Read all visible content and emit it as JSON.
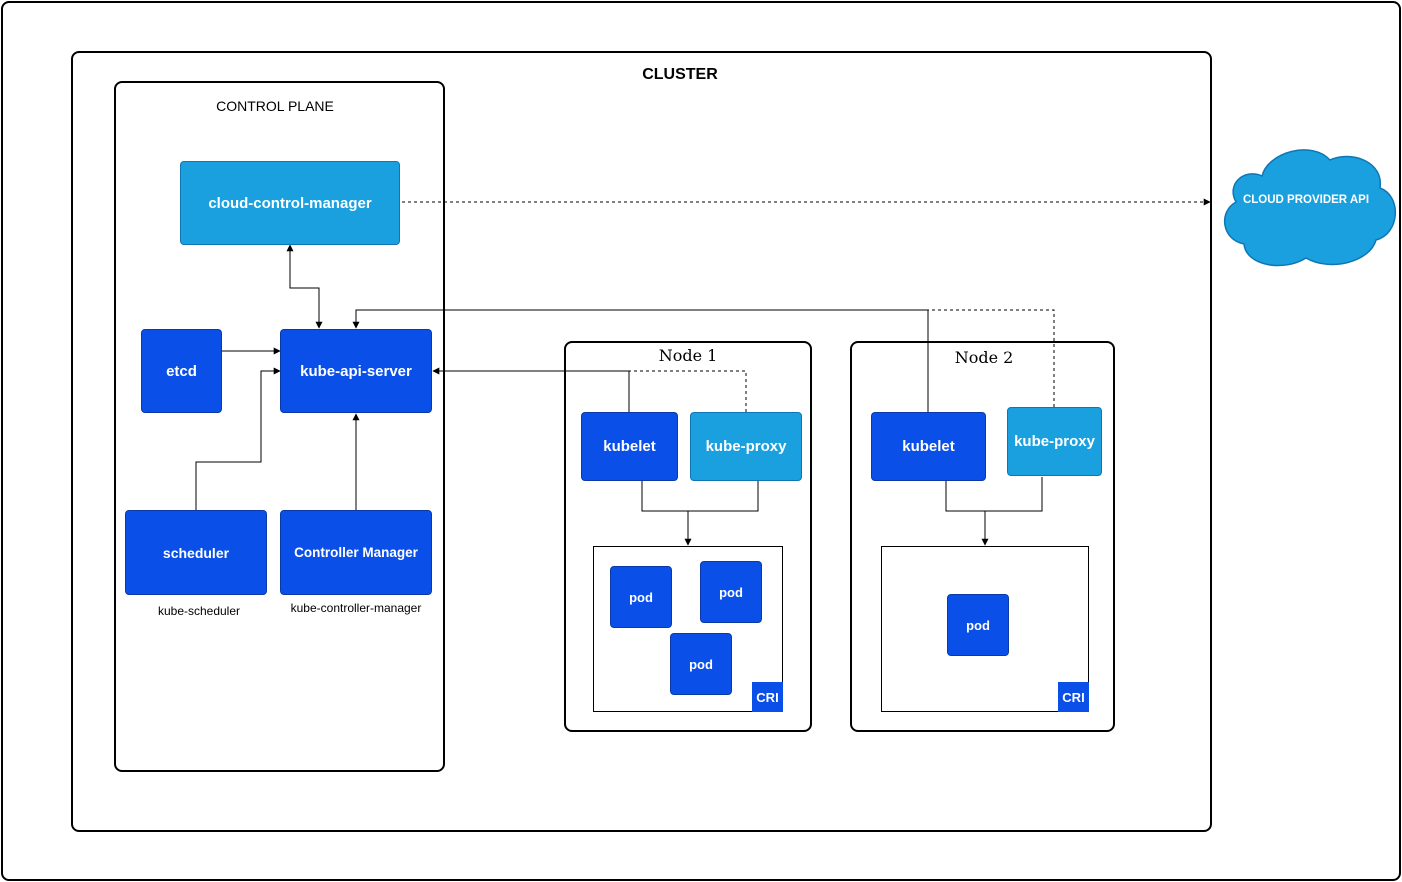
{
  "cluster": {
    "title": "CLUSTER"
  },
  "control_plane": {
    "title": "CONTROL PLANE",
    "cloud_control_manager": "cloud-control-manager",
    "etcd": "etcd",
    "kube_api_server": "kube-api-server",
    "scheduler": "scheduler",
    "scheduler_caption": "kube-scheduler",
    "controller_manager": "Controller Manager",
    "controller_manager_caption": "kube-controller-manager"
  },
  "node1": {
    "title": "Node 1",
    "kubelet": "kubelet",
    "kube_proxy": "kube-proxy",
    "pods": [
      "pod",
      "pod",
      "pod"
    ],
    "cri": "CRI"
  },
  "node2": {
    "title": "Node 2",
    "kubelet": "kubelet",
    "kube_proxy": "kube-proxy",
    "pods": [
      "pod"
    ],
    "cri": "CRI"
  },
  "cloud_provider": {
    "label": "CLOUD PROVIDER API"
  },
  "colors": {
    "dark_blue": "#0a50e8",
    "light_blue": "#1aa0de"
  }
}
